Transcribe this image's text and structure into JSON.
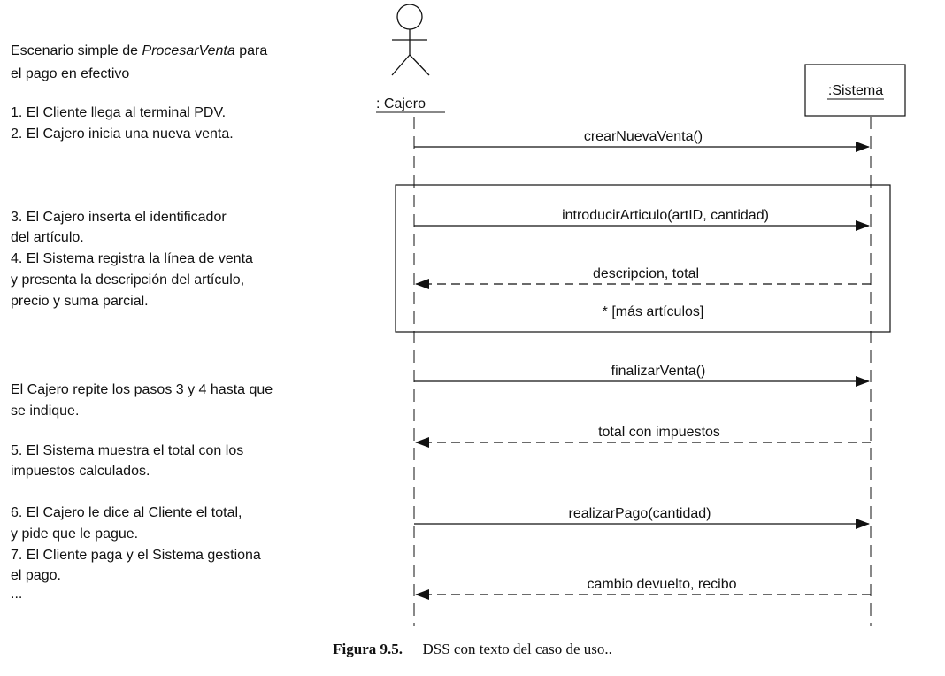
{
  "scenario": {
    "title_prefix": "Escenario simple de ",
    "title_italic": "ProcesarVenta",
    "title_suffix": " para",
    "title_line2": "el pago en efectivo",
    "lines": [
      "1. El Cliente llega al terminal PDV.",
      "2. El Cajero inicia una nueva venta.",
      "3. El Cajero inserta el identificador",
      "del artículo.",
      "4. El Sistema registra la línea de venta",
      "y presenta la descripción del artículo,",
      "precio y suma parcial.",
      "El Cajero repite los pasos 3 y 4 hasta que",
      "se indique.",
      "5. El Sistema muestra el total con los",
      "impuestos calculados.",
      "6. El Cajero le dice al Cliente el total,",
      "y pide que le pague.",
      "7. El Cliente paga y el Sistema gestiona",
      "el pago.",
      "..."
    ]
  },
  "actors": {
    "cajero": ": Cajero",
    "sistema": ":Sistema"
  },
  "messages": [
    {
      "label": "crearNuevaVenta()",
      "type": "sync"
    },
    {
      "label": "introducirArticulo(artID, cantidad)",
      "type": "sync"
    },
    {
      "label": "descripcion, total",
      "type": "return"
    },
    {
      "label": "finalizarVenta()",
      "type": "sync"
    },
    {
      "label": "total con impuestos",
      "type": "return"
    },
    {
      "label": "realizarPago(cantidad)",
      "type": "sync"
    },
    {
      "label": "cambio devuelto, recibo",
      "type": "return"
    }
  ],
  "loop": {
    "guard": "* [más artículos]"
  },
  "caption": {
    "figure": "Figura 9.5.",
    "text": "DSS con texto del caso de uso.."
  },
  "colors": {
    "ink": "#111111",
    "background": "#ffffff"
  }
}
